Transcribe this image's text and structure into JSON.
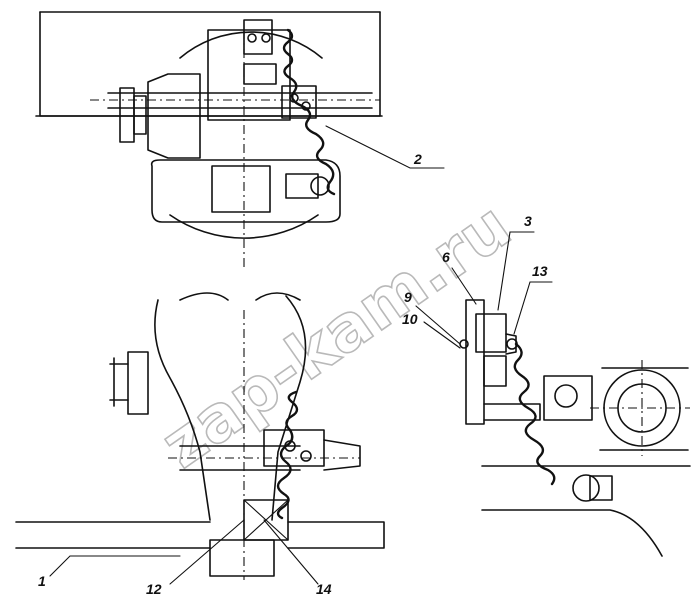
{
  "diagram": {
    "callouts": [
      {
        "id": "c1",
        "label": "1"
      },
      {
        "id": "c2",
        "label": "2"
      },
      {
        "id": "c3",
        "label": "3"
      },
      {
        "id": "c6",
        "label": "6"
      },
      {
        "id": "c9",
        "label": "9"
      },
      {
        "id": "c10",
        "label": "10"
      },
      {
        "id": "c12",
        "label": "12"
      },
      {
        "id": "c13",
        "label": "13"
      },
      {
        "id": "c14",
        "label": "14"
      }
    ],
    "watermark": "zap-kam.ru"
  }
}
